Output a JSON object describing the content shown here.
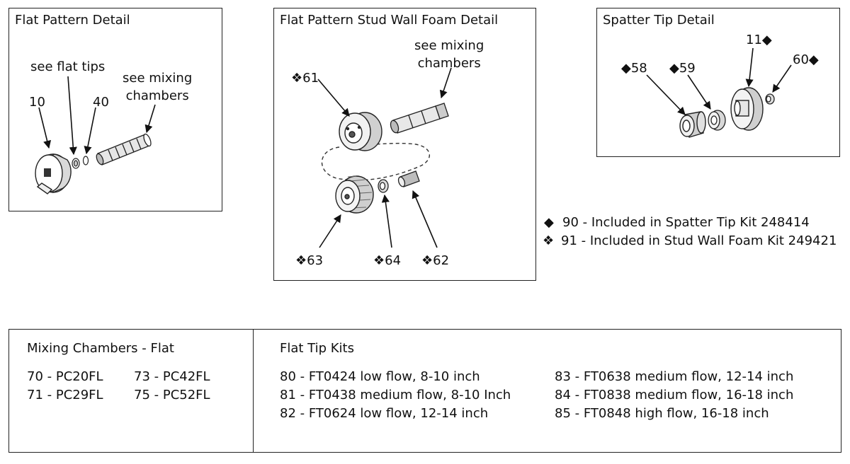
{
  "colors": {
    "line": "#222222",
    "part_fill": "#ffffff",
    "part_shade": "#cfcfcf",
    "dark_shade": "#8a8a8a"
  },
  "panels": {
    "flat_pattern": {
      "title": "Flat Pattern Detail",
      "labels": {
        "part_10": "10",
        "flat_tips": "see flat tips",
        "part_40": "40",
        "mixing_line1": "see mixing",
        "mixing_line2": "chambers"
      }
    },
    "stud_wall": {
      "title": "Flat Pattern Stud Wall Foam Detail",
      "labels": {
        "part_61": "❖61",
        "mixing_line1": "see mixing",
        "mixing_line2": "chambers",
        "part_63": "❖63",
        "part_64": "❖64",
        "part_62": "❖62"
      }
    },
    "spatter": {
      "title": "Spatter Tip Detail",
      "labels": {
        "part_58": "◆58",
        "part_59": "◆59",
        "part_11": "11◆",
        "part_60": "60◆"
      }
    }
  },
  "legend": [
    {
      "symbol": "◆",
      "text": "90 - Included in Spatter Tip Kit 248414"
    },
    {
      "symbol": "❖",
      "text": "91 - Included in Stud Wall Foam Kit 249421"
    }
  ],
  "mixing_chambers": {
    "title": "Mixing Chambers - Flat",
    "col1": [
      "70 - PC20FL",
      "71 - PC29FL"
    ],
    "col2": [
      "73 - PC42FL",
      "75 - PC52FL"
    ]
  },
  "flat_tip_kits": {
    "title": "Flat Tip Kits",
    "col1": [
      "80 - FT0424 low flow, 8-10 inch",
      "81 - FT0438 medium flow, 8-10 Inch",
      "82 - FT0624 low flow, 12-14 inch"
    ],
    "col2": [
      "83 - FT0638 medium flow, 12-14 inch",
      "84 - FT0838 medium flow, 16-18 inch",
      "85 - FT0848 high flow, 16-18 inch"
    ]
  }
}
